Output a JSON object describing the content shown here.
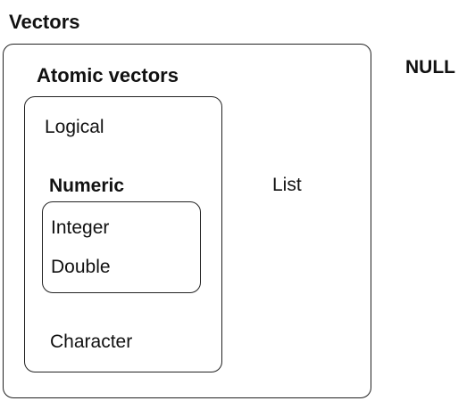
{
  "diagram": {
    "vectors": {
      "title": "Vectors"
    },
    "null_label": "NULL",
    "atomic": {
      "title": "Atomic vectors",
      "logical": "Logical",
      "numeric": {
        "title": "Numeric",
        "integer": "Integer",
        "double": "Double"
      },
      "character": "Character"
    },
    "list_label": "List"
  }
}
